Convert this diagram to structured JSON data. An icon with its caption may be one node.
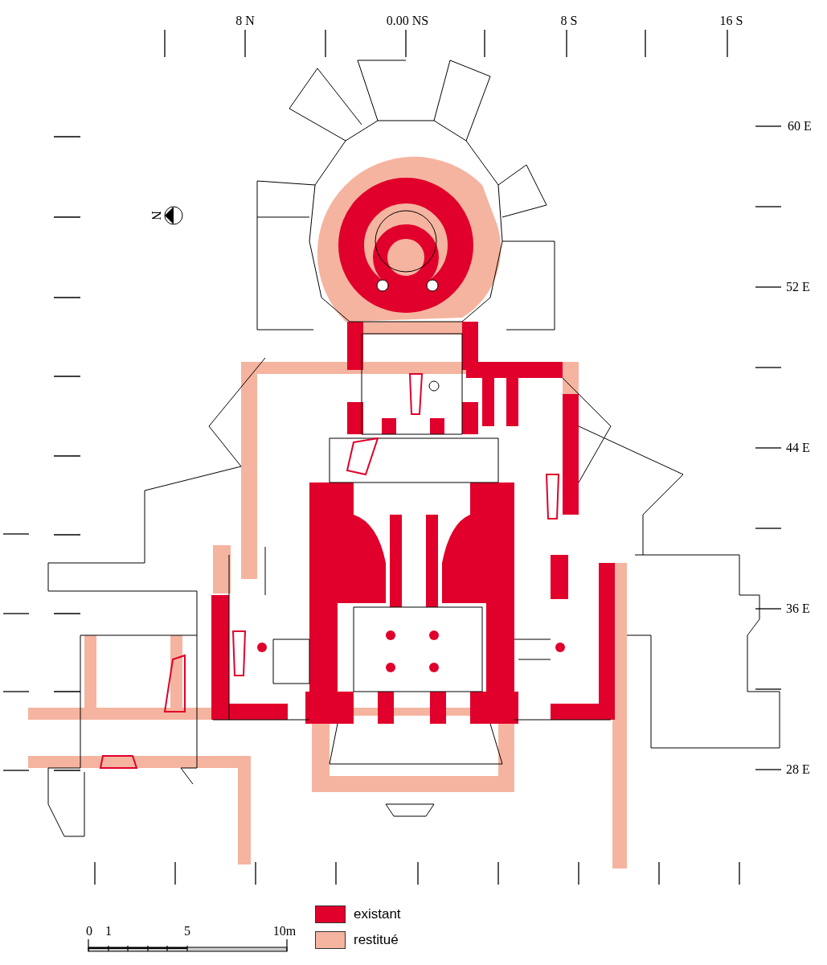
{
  "diagram": {
    "labels": [
      "8 N",
      "0.00 NS",
      "8 S",
      "16 S",
      "60 E",
      "52 E",
      "44 E",
      "36 E",
      "28 E",
      "N",
      "0",
      "1",
      "5",
      "10m"
    ],
    "legend": [
      {
        "text": "existant",
        "color": "#e0002b"
      },
      {
        "text": "restitué",
        "color": "#f5b4a0"
      }
    ]
  }
}
